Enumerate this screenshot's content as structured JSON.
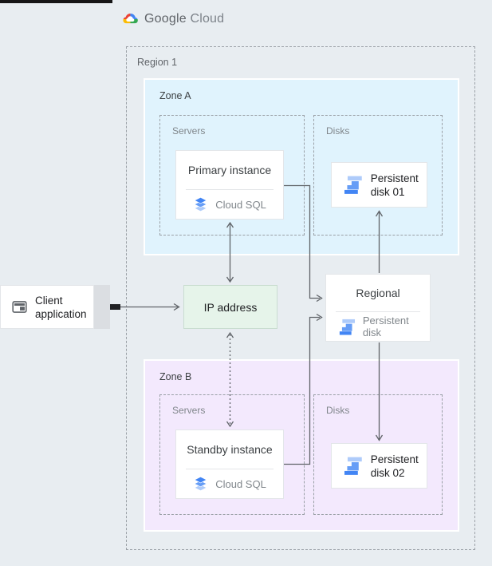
{
  "header": {
    "brand_primary": "Google",
    "brand_secondary": "Cloud"
  },
  "region": {
    "label": "Region 1"
  },
  "zone_a": {
    "label": "Zone A",
    "servers_group": "Servers",
    "disks_group": "Disks",
    "primary_instance": {
      "title": "Primary instance",
      "product": "Cloud SQL"
    },
    "disk": {
      "label": "Persistent disk 01"
    }
  },
  "zone_b": {
    "label": "Zone B",
    "servers_group": "Servers",
    "disks_group": "Disks",
    "standby_instance": {
      "title": "Standby instance",
      "product": "Cloud SQL"
    },
    "disk": {
      "label": "Persistent disk 02"
    }
  },
  "regional_disk": {
    "title": "Regional",
    "subtitle": "Persistent disk"
  },
  "ip_address": {
    "label": "IP address"
  },
  "client": {
    "label": "Client application"
  },
  "icons": {
    "logo": "google-cloud-icon",
    "client": "application-window-icon",
    "database": "cloud-sql-icon",
    "disk": "persistent-disk-icon"
  },
  "colors": {
    "page_bg": "#e8edf1",
    "zone_a_bg": "#e0f3fd",
    "zone_b_bg": "#f3e9fd",
    "ip_bg": "#e6f4ea",
    "disk_blue": "#4285f4",
    "disk_blue_mid": "#669df6",
    "disk_blue_light": "#aecbfa",
    "line_gray": "#5f6368",
    "google_red": "#ea4335",
    "google_blue": "#4285f4",
    "google_yellow": "#fbbc05",
    "google_green": "#34a853"
  }
}
